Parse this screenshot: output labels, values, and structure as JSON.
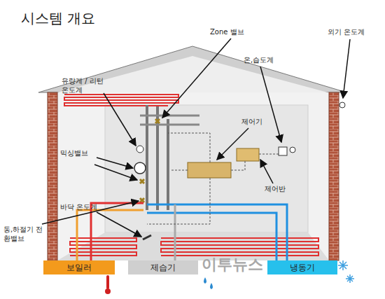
{
  "diagram": {
    "title": "시스템 개요",
    "nodes": [
      {
        "text": [
          "보일러"
        ]
      },
      {
        "text": [
          "제습기"
        ]
      },
      {
        "text": [
          "냉동기"
        ]
      }
    ],
    "labels": [
      "Zone 밸브",
      "외기 온도계",
      "온,습도계",
      "유량계 / 리턴온도계",
      "제어기",
      "믹싱밸브",
      "제어반",
      "바닥 온도계",
      "동,하절기 전환밸브",
      "이투뉴스"
    ]
  }
}
